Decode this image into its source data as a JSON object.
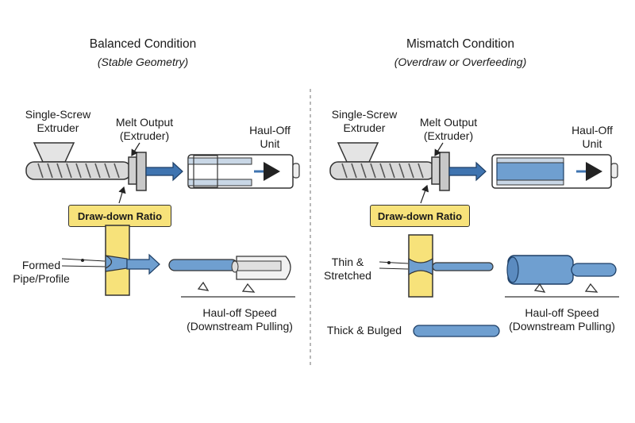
{
  "left_panel": {
    "title": "Balanced Condition",
    "subtitle": "(Stable Geometry)",
    "extruder_label": "Single-Screw\nExtruder",
    "melt_label": "Melt Output\n(Extruder)",
    "hauloff_label": "Haul-Off\nUnit",
    "ratio_label": "Draw-down Ratio",
    "formed_label": "Formed\nPipe/Profile",
    "speed_label": "Haul-off Speed\n(Downstream Pulling)"
  },
  "right_panel": {
    "title": "Mismatch Condition",
    "subtitle": "(Overdraw or Overfeeding)",
    "extruder_label": "Single-Screw\nExtruder",
    "melt_label": "Melt Output\n(Extruder)",
    "hauloff_label": "Haul-Off\nUnit",
    "ratio_label": "Draw-down Ratio",
    "thin_label": "Thin &\nStretched",
    "thick_label": "Thick & Bulged",
    "speed_label": "Haul-off Speed\n(Downstream Pulling)"
  },
  "colors": {
    "pipe_blue": "#6f9fd0",
    "arrow_blue": "#3f74b0",
    "ratio_yellow": "#f7e27a",
    "metal_gray": "#d9d9d9"
  }
}
